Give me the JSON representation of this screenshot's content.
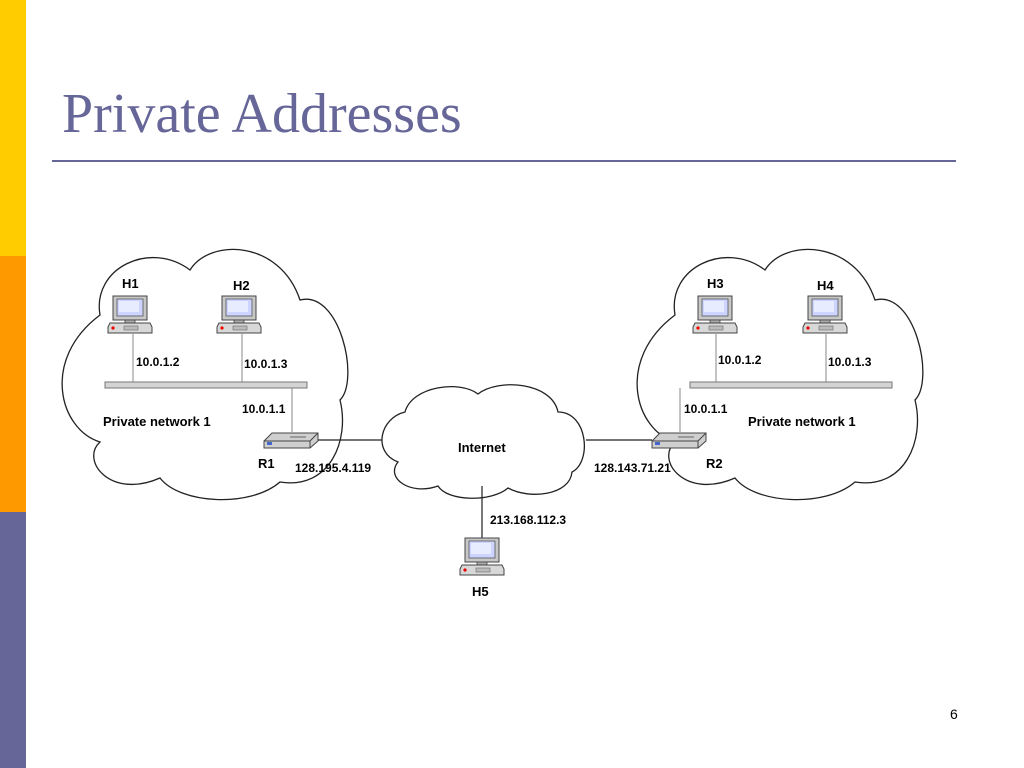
{
  "slide": {
    "title": "Private Addresses",
    "page_number": "6"
  },
  "diagram": {
    "left_network": {
      "label": "Private network 1",
      "hosts": [
        {
          "name": "H1",
          "ip": "10.0.1.2"
        },
        {
          "name": "H2",
          "ip": "10.0.1.3"
        }
      ],
      "router_inside_ip": "10.0.1.1",
      "router": {
        "name": "R1",
        "public_ip": "128.195.4.119"
      }
    },
    "right_network": {
      "label": "Private network 1",
      "hosts": [
        {
          "name": "H3",
          "ip": "10.0.1.2"
        },
        {
          "name": "H4",
          "ip": "10.0.1.3"
        }
      ],
      "router_inside_ip": "10.0.1.1",
      "router": {
        "name": "R2",
        "public_ip": "128.143.71.21"
      }
    },
    "internet": {
      "label": "Internet",
      "host": {
        "name": "H5",
        "ip": "213.168.112.3"
      }
    }
  },
  "colors": {
    "accent": "#666699",
    "bar_yellow": "#ffcc00",
    "bar_orange": "#ff9900",
    "bar_purple": "#666699"
  },
  "icons": {
    "host": "desktop-computer-icon",
    "router": "router-icon"
  }
}
